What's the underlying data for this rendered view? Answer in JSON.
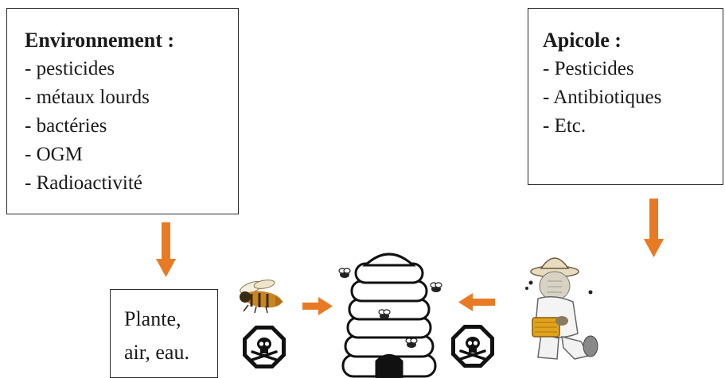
{
  "environnement": {
    "title": "Environnement :",
    "items": [
      "- pesticides",
      "- métaux lourds",
      "- bactéries",
      "- OGM",
      "- Radioactivité"
    ]
  },
  "apicole": {
    "title": "Apicole :",
    "items": [
      "- Pesticides",
      "- Antibiotiques",
      "- Etc."
    ]
  },
  "plante": {
    "line1": "Plante,",
    "line2": "air, eau."
  },
  "colors": {
    "arrow": "#e97a24",
    "box_border": "#2a2a2a"
  },
  "icons": [
    "bee-icon",
    "poison-sign-icon",
    "beehive-icon",
    "beekeeper-icon",
    "poison-sign-icon"
  ]
}
